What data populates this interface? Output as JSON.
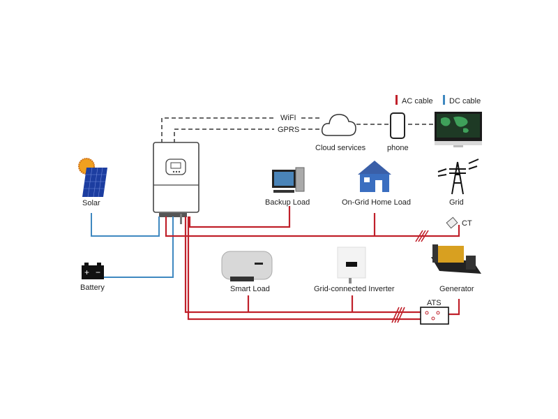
{
  "legend": {
    "ac_label": "AC cable",
    "dc_label": "DC cable",
    "ac_color": "#c0202a",
    "dc_color": "#3f88c0"
  },
  "comms": {
    "wifi_label": "WiFI",
    "gprs_label": "GPRS"
  },
  "nodes": {
    "cloud": "Cloud services",
    "phone": "phone",
    "solar": "Solar",
    "battery": "Battery",
    "backup_load": "Backup Load",
    "home_load": "On-Grid Home Load",
    "grid": "Grid",
    "ct": "CT",
    "smart_load": "Smart Load",
    "grid_inverter": "Grid-connected Inverter",
    "generator": "Generator",
    "ats": "ATS"
  }
}
